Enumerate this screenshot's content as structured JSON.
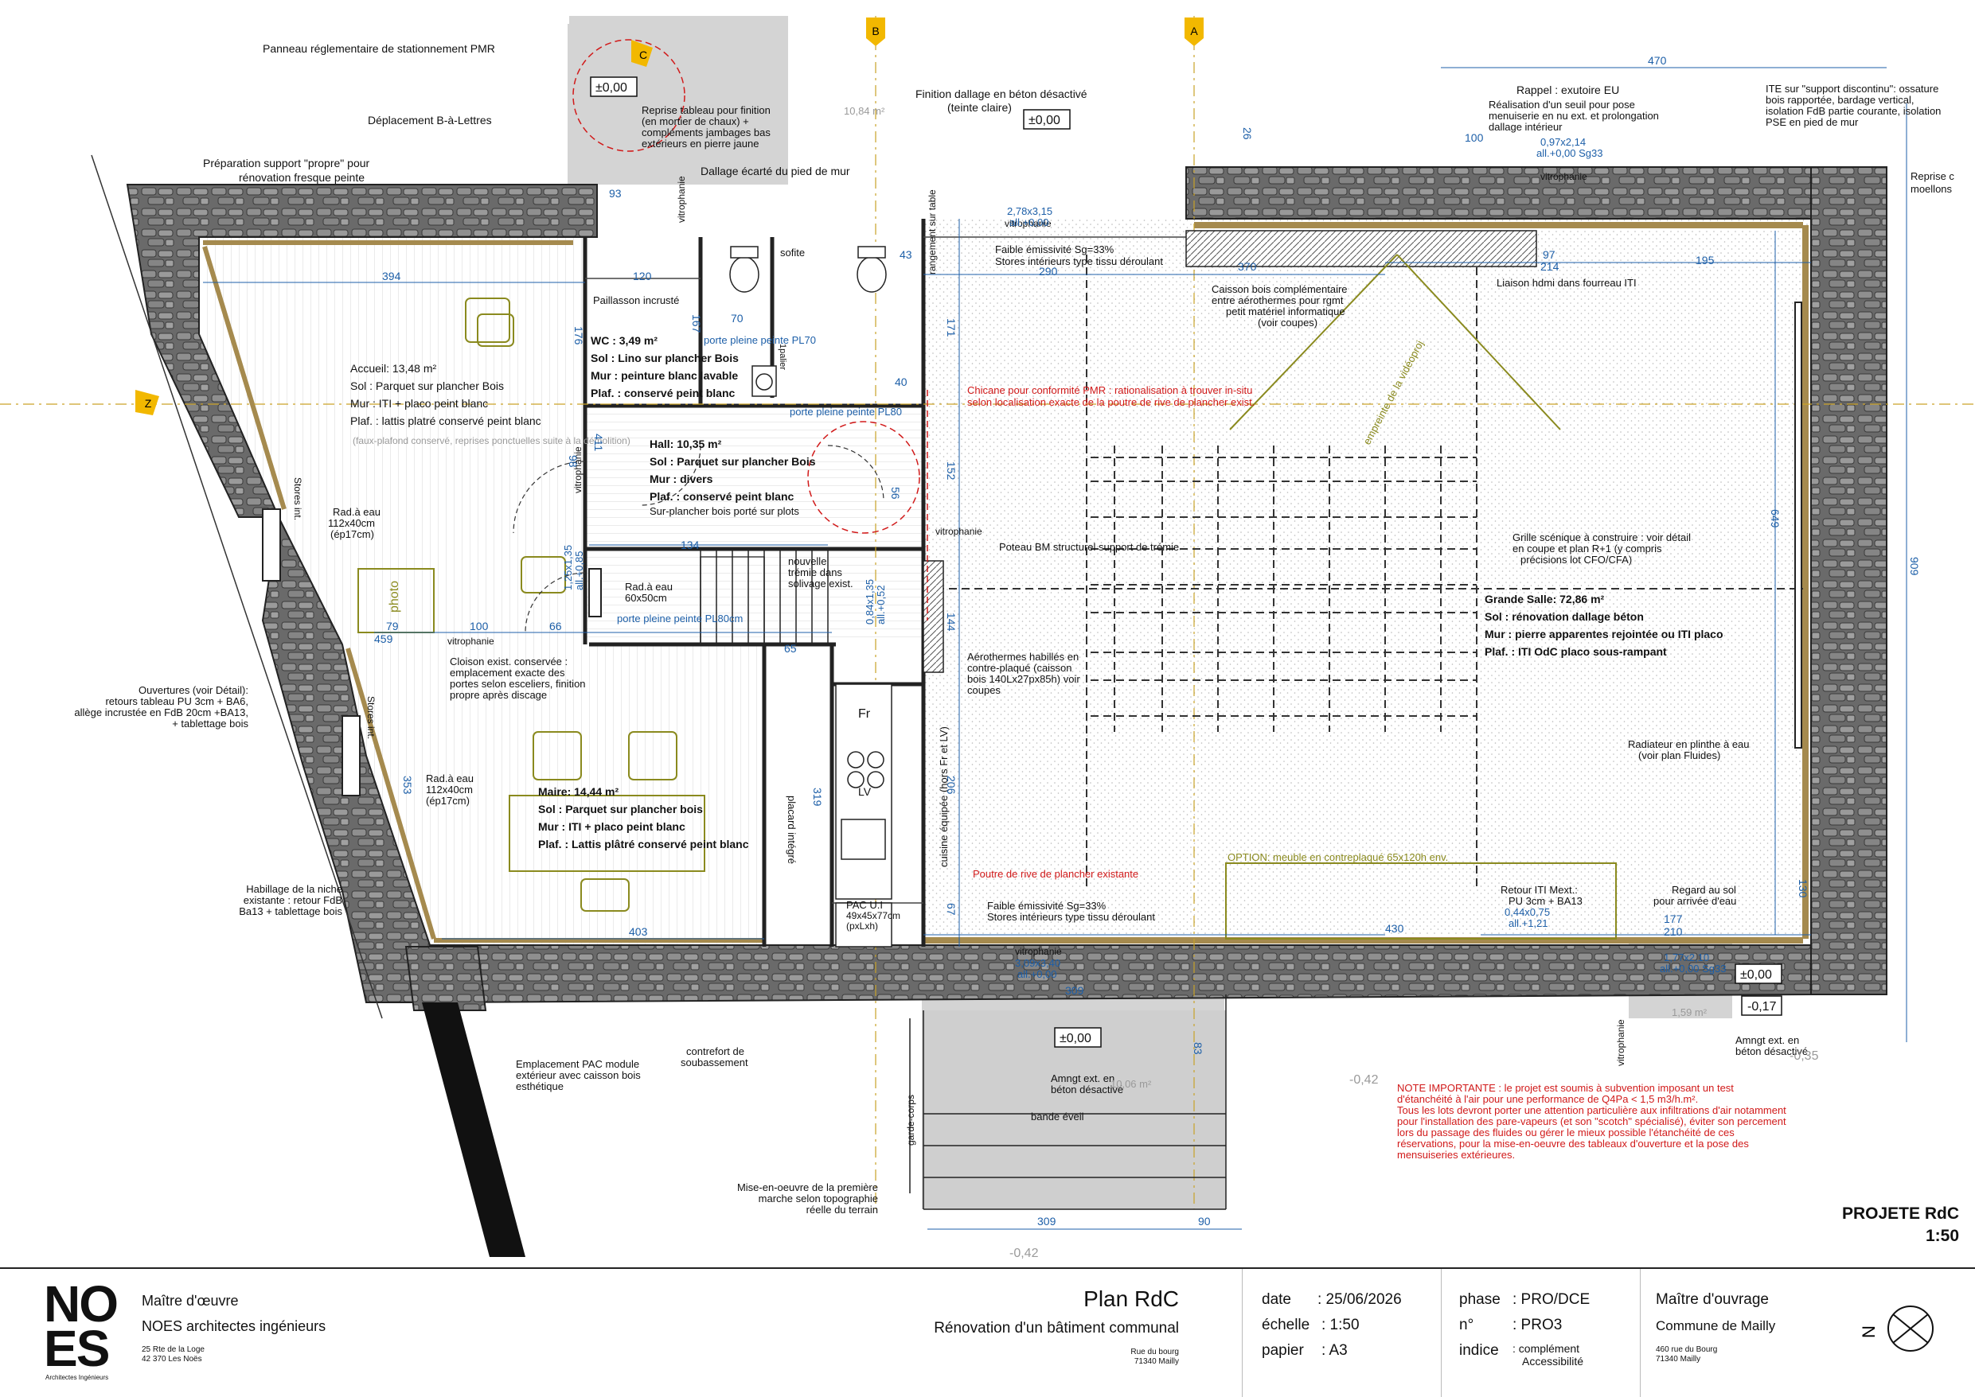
{
  "drawing": {
    "rooms": {
      "accueil": {
        "name": "Accueil: 13,48 m²",
        "sol": "Sol : Parquet sur plancher Bois",
        "mur": "Mur : ITI + placo peint blanc",
        "plaf": "Plaf. : lattis platré conservé peint blanc",
        "note": "(faux-plafond conservé, reprises ponctuelles suite à la démolition)"
      },
      "wc": {
        "name": "WC : 3,49 m²",
        "sol": "Sol : Lino sur plancher Bois",
        "mur": "Mur : peinture blanc lavable",
        "plaf": "Plaf. : conservé peint blanc"
      },
      "hall": {
        "name": "Hall: 10,35 m²",
        "sol": "Sol : Parquet sur plancher Bois",
        "mur": "Mur : divers",
        "plaf": "Plaf. : conservé peint blanc",
        "note": "Sur-plancher bois porté sur plots"
      },
      "maire": {
        "name": "Maire: 14,44 m²",
        "sol": "Sol : Parquet sur plancher bois",
        "mur": "Mur : ITI + placo peint blanc",
        "plaf": "Plaf. : Lattis plâtré conservé peint blanc"
      },
      "salle": {
        "name": "Grande Salle: 72,86 m²",
        "sol": "Sol : rénovation dallage béton",
        "mur": "Mur : pierre apparentes rejointée ou ITI placo",
        "plaf": "Plaf. : ITI OdC placo sous-rampant"
      }
    },
    "annotations": {
      "pmr": "Panneau réglementaire de stationnement PMR",
      "bal": "Déplacement B-à-Lettres",
      "prep1": "Préparation support \"propre\" pour",
      "prep2": "rénovation fresque peinte",
      "reprise1": "Reprise tableau pour finition",
      "reprise2": "(en mortier de chaux) +",
      "reprise3": "compléments jambages bas",
      "reprise4": "extérieurs en pierre jaune",
      "finition1": "Finition dallage en béton désactivé",
      "finition2": "(teinte claire)",
      "dallage_ecart": "Dallage écarté du pied de mur",
      "rappel1": "Rappel : exutoire EU",
      "rappel2": "Réalisation d'un seuil pour pose",
      "rappel3": "menuiserie en nu ext. et prolongation",
      "rappel4": "dallage intérieur",
      "ite1": "ITE sur \"support discontinu\": ossature",
      "ite2": "bois rapportée, bardage vertical,",
      "ite3": "isolation FdB partie courante, isolation",
      "ite4": "PSE en pied de mur",
      "reprise_moellons1": "Reprise c",
      "reprise_moellons2": "moellons",
      "faible1": "Faible émissivité Sg=33%",
      "faible2": "Stores intérieurs type tissu déroulant",
      "caisson1": "Caisson bois complémentaire",
      "caisson2": "entre aérothermes pour rgmt",
      "caisson3": "petit matériel informatique",
      "caisson4": "(voir coupes)",
      "hdmi": "Liaison hdmi dans fourreau ITI",
      "chicane1": "Chicane pour conformité PMR : rationalisation à trouver in-situ",
      "chicane2": "selon localisation exacte de la poutre de rive de plancher exist.",
      "empreinte": "empreinte de la vidéoproj",
      "poteau": "Poteau BM structurel support de trémie",
      "grille1": "Grille scénique à construire : voir détail",
      "grille2": "en coupe et plan R+1  (y compris",
      "grille3": "précisions lot CFO/CFA)",
      "rad_a1": "Rad.à eau",
      "rad_a2": "112x40cm",
      "rad_a3": "(ép17cm)",
      "rad_b1": "Rad.à eau",
      "rad_b2": "60x50cm",
      "rad_c1": "Rad.à eau",
      "rad_c2": "112x40cm",
      "rad_c3": "(ép17cm)",
      "cloison1": "Cloison exist. conservée :",
      "cloison2": "emplacement exacte des",
      "cloison3": "portes selon esceliers, finition",
      "cloison4": "propre après discage",
      "ouvertures1": "Ouvertures (voir Détail):",
      "ouvertures2": "retours tableau PU 3cm + BA6,",
      "ouvertures3": "allège incrustée en FdB 20cm +BA13,",
      "ouvertures4": "+ tablettage bois",
      "trémie1": "nouvelle",
      "trémie2": "trémie dans",
      "trémie3": "solivage exist.",
      "aero1": "Aérothermes habillés en",
      "aero2": "contre-plaqué (caisson",
      "aero3": "bois 140Lx27px85h) voir",
      "aero4": "coupes",
      "radiateur1": "Radiateur en plinthe à eau",
      "radiateur2": "(voir plan Fluides)",
      "option": "OPTION: meuble en contreplaqué 65x120h env.",
      "retour1": "Retour ITI Mext.:",
      "retour2": "PU 3cm + BA13",
      "regard1": "Regard au sol",
      "regard2": "pour arrivée d'eau",
      "poutre": "Poutre de rive de plancher existante",
      "habillage1": "Habillage de la niche",
      "habillage2": "existante : retour FdB",
      "habillage3": "Ba13 + tablettage bois",
      "pac1": "Emplacement PAC module",
      "pac2": "extérieur avec caisson bois",
      "pac3": "esthétique",
      "contrefort1": "contrefort de",
      "contrefort2": "soubassement",
      "amngt1": "Amngt ext. en",
      "amngt2": "béton désactivé",
      "amngt3": "Amngt ext. en",
      "amngt4": "béton désactivé",
      "bande": "bande éveil",
      "mise1": "Mise-en-oeuvre de la première",
      "mise2": "marche selon topographie",
      "mise3": "réelle du terrain",
      "garde": "garde-corps",
      "cuisine": "cuisine équipée (hors Fr et LV)",
      "placard": "placard intégré",
      "paillasson": "Paillasson incrusté",
      "sofite": "sofite",
      "pac_int1": "PAC U.I",
      "pac_int2": "49x45x77cm",
      "pac_int3": "(pxLxh)",
      "fr": "Fr",
      "lv": "LV",
      "photo": "photo",
      "stores_int": "Stores int.",
      "vitrophanie": "vitrophanie",
      "palier": "1palier",
      "porte70": "porte pleine peinte PL70",
      "porte80a": "porte pleine peinte PL80",
      "porte80b": "porte pleine peinte PL80cm",
      "rangement": "rangement sur table"
    },
    "note_importante": [
      "NOTE IMPORTANTE : le projet est soumis à subvention imposant un test",
      "d'étanchéité à l'air pour une performance de Q4Pa < 1,5 m3/h.m².",
      "Tous les lots devront porter une attention particulière aux infiltrations d'air notamment",
      "pour l'installation des pare-vapeurs (et son \"scotch\" spécialisé), éviter son percement",
      "lors du passage des fluides ou gérer le mieux possible l'étanchéité de ces",
      "réservations, pour la mise-en-oeuvre des tableaux d'ouverture et la pose des",
      "mensuiseries extérieures."
    ],
    "levels": {
      "l1": "±0,00",
      "l2": "±0,00",
      "l3": "±0,00",
      "l4": "±0,00",
      "l5": "-0,17",
      "l6": "-0,35",
      "l7": "-0,42",
      "l8": "-0,42"
    },
    "areas": {
      "a1": "10,84 m²",
      "a2": "10,06 m²",
      "a3": "1,59 m²"
    },
    "windows": {
      "w1a": "2,78x3,15",
      "w1b": "all.+0,00",
      "w2a": "0,97x2,14",
      "w2b": "all.+0,00 Sg33",
      "w3a": "3,09x3,40",
      "w3b": "all.+0,00",
      "w4a": "1,77x2,10",
      "w4b": "all.+0,00 Sg33",
      "w5a": "0,44x0,75",
      "w5b": "all.+1,21",
      "w6a": "1,25x1,35",
      "w6b": "all.+0,85",
      "w7a": "0,84x1,35",
      "w7b": "all.+0,52"
    },
    "dims": {
      "d470": "470",
      "d100": "100",
      "d93": "93",
      "d394": "394",
      "d120": "120",
      "d70": "70",
      "d290": "290",
      "d370": "370",
      "d97": "97",
      "d214": "214",
      "d195": "195",
      "d176": "176",
      "d171": "171",
      "d167": "167",
      "d411": "411",
      "d98": "98",
      "d134": "134",
      "d152": "152",
      "d56": "56",
      "d79": "79",
      "d100b": "100",
      "d66": "66",
      "d459": "459",
      "d65": "65",
      "d144": "144",
      "d206": "206",
      "d319": "319",
      "d67": "67",
      "d403": "403",
      "d309": "309",
      "d430": "430",
      "d177": "177",
      "d210": "210",
      "d130": "130",
      "d649": "649",
      "d909": "909",
      "d353": "353",
      "d83": "83",
      "d309b": "309",
      "d90": "90",
      "d26": "26",
      "d40": "40",
      "d43": "43"
    },
    "section_marks": {
      "a": "A",
      "b": "B",
      "c": "C",
      "z": "Z"
    },
    "stamp_title": "PROJETE RdC",
    "stamp_scale": "1:50"
  },
  "titleblock": {
    "logo_line1": "NO",
    "logo_line2": "ES",
    "logo_sub": "Architectes Ingénieurs",
    "moe_label": "Maître d'œuvre",
    "moe_name": "NOES architectes ingénieurs",
    "moe_addr1": "25 Rte de la Loge",
    "moe_addr2": "42 370 Les Noës",
    "plan_title": "Plan RdC",
    "plan_subtitle": "Rénovation d'un bâtiment communal",
    "plan_addr1": "Rue du bourg",
    "plan_addr2": "71340 Mailly",
    "date_label": "date",
    "date_value": ": 25/06/2026",
    "echelle_label": "échelle",
    "echelle_value": ": 1:50",
    "papier_label": "papier",
    "papier_value": ": A3",
    "phase_label": "phase",
    "phase_value": ": PRO/DCE",
    "n_label": "n°",
    "n_value": ": PRO3",
    "indice_label": "indice",
    "indice_value1": ": complément",
    "indice_value2": "Accessibilité",
    "mo_label": "Maître d'ouvrage",
    "mo_name": "Commune de Mailly",
    "mo_addr1": "460 rue du Bourg",
    "mo_addr2": "71340 Mailly",
    "north": "N"
  },
  "colors": {
    "stone": "#5a5a5a",
    "insulation": "#a58a4e",
    "annotation_blue": "#1d5fa8",
    "warning_red": "#d11a1a",
    "olive": "#8a8a1e"
  }
}
